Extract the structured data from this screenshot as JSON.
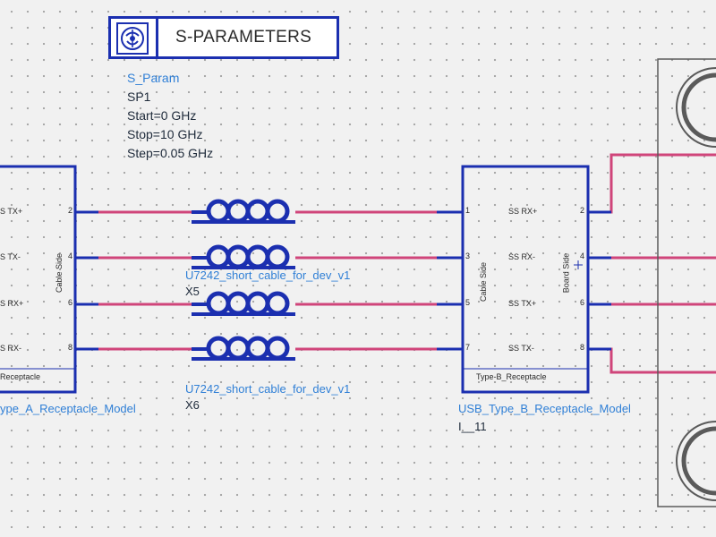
{
  "sparam": {
    "title": "S-PARAMETERS",
    "model": "S_Param",
    "instance": "SP1",
    "start": "Start=0 GHz",
    "stop": "Stop=10 GHz",
    "step": "Step=0.05 GHz"
  },
  "left_component": {
    "pins": [
      "S TX+",
      "S TX-",
      "S RX+",
      "S RX-"
    ],
    "pin_numbers": [
      "2",
      "4",
      "6",
      "8"
    ],
    "side_label": "Cable Side",
    "footer": "Receptacle",
    "name": "ype_A_Receptacle_Model"
  },
  "cables": {
    "top": {
      "name": "U7242_short_cable_for_dev_v1",
      "instance": "X5"
    },
    "bottom": {
      "name": "U7242_short_cable_for_dev_v1",
      "instance": "X6"
    }
  },
  "right_component": {
    "pins": [
      "SS RX+",
      "SS RX-",
      "SS TX+",
      "SS TX-"
    ],
    "left_pin_numbers": [
      "1",
      "3",
      "5",
      "7"
    ],
    "right_pin_numbers": [
      "2",
      "4",
      "6",
      "8"
    ],
    "cable_side_label": "Cable Side",
    "board_side_label": "Board Side",
    "footer": "Type-B_Receptacle",
    "name": "USB_Type_B_Receptacle_Model",
    "instance": "I__11"
  },
  "colors": {
    "component_outline": "#1b2fb0",
    "wire": "#d0457a",
    "label_blue": "#2f7fd6"
  }
}
